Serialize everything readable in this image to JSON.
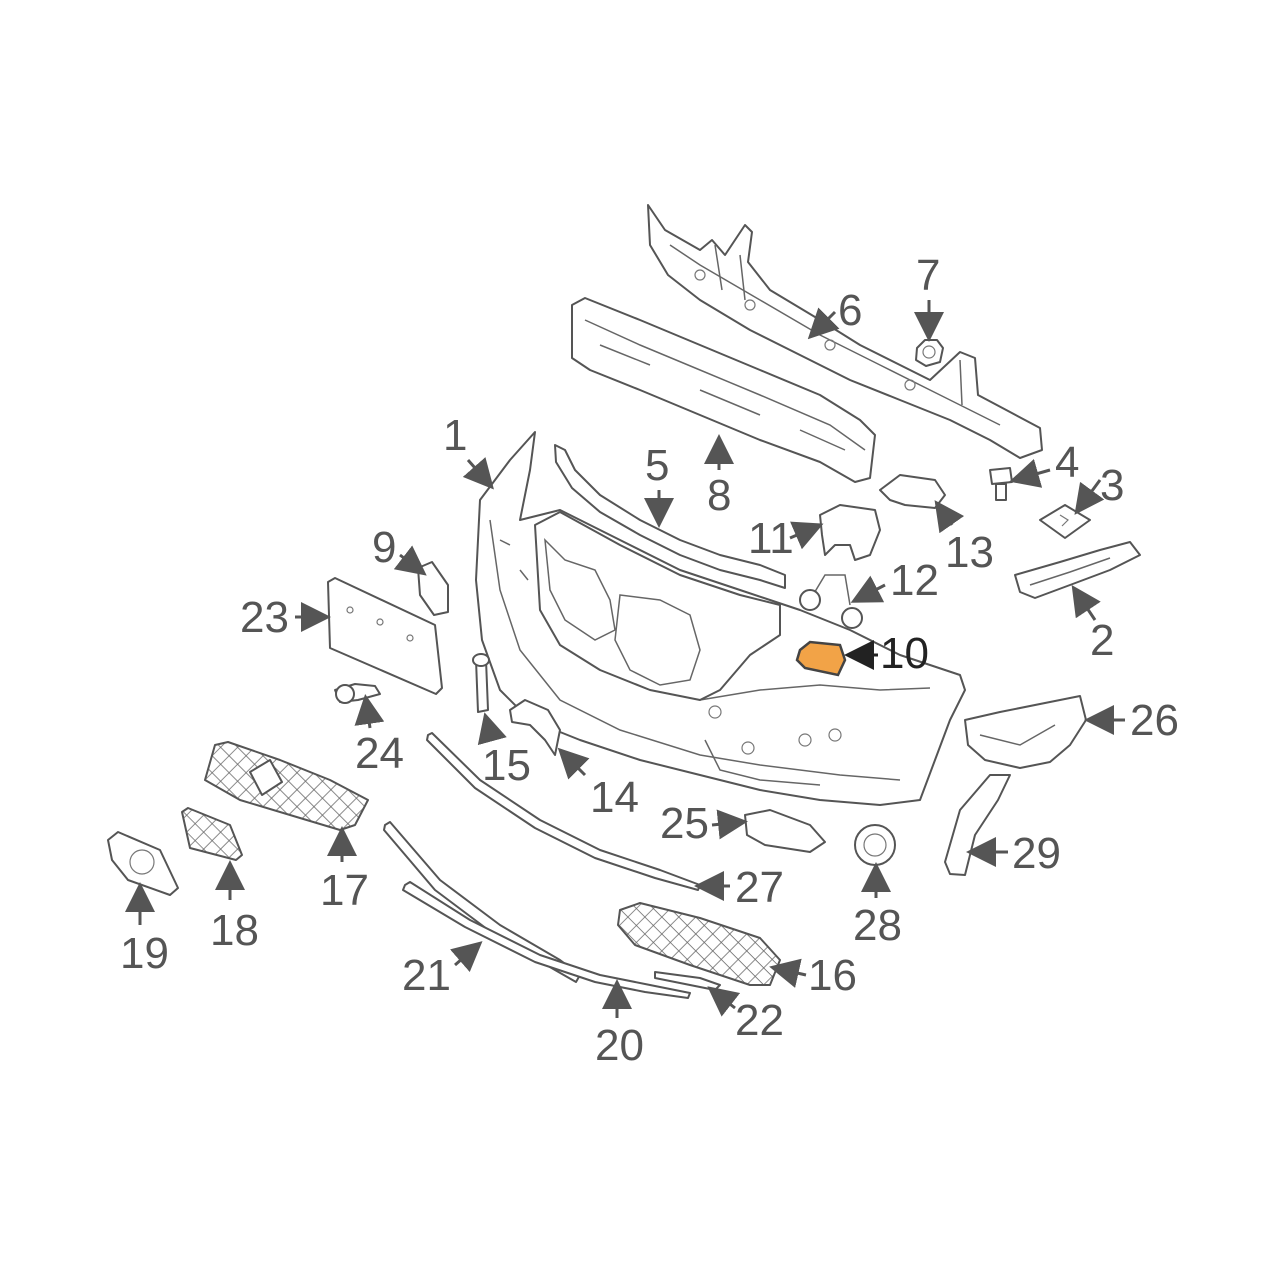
{
  "diagram": {
    "highlight_color": "#f2a347",
    "highlighted_part": "10",
    "callouts": [
      "1",
      "2",
      "3",
      "4",
      "5",
      "6",
      "7",
      "8",
      "9",
      "10",
      "11",
      "12",
      "13",
      "14",
      "15",
      "16",
      "17",
      "18",
      "19",
      "20",
      "21",
      "22",
      "23",
      "24",
      "25",
      "26",
      "27",
      "28",
      "29"
    ]
  }
}
